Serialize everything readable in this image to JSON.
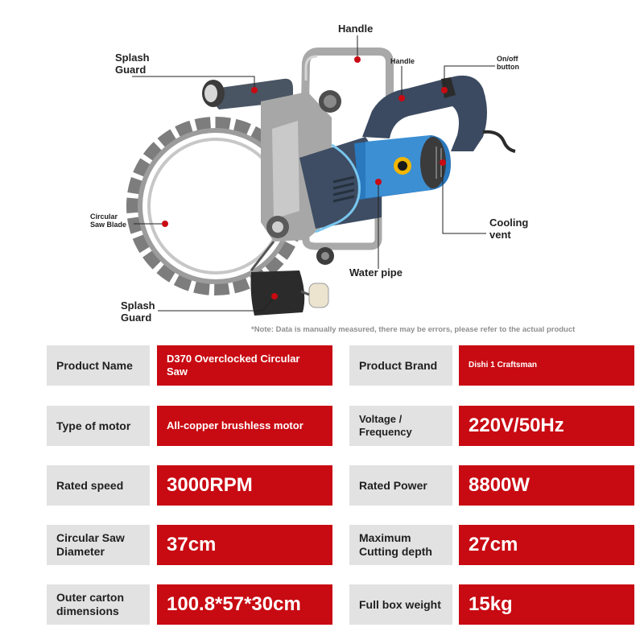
{
  "callouts": {
    "handle_top": "Handle",
    "splash_guard_top": "Splash\nGuard",
    "handle_small": "Handle",
    "on_off_button": "On/off\nbutton",
    "circular_saw_blade": "Circular\nSaw Blade",
    "cooling_vent": "Cooling\nvent",
    "water_pipe": "Water pipe",
    "splash_guard_bottom": "Splash\nGuard"
  },
  "note": "*Note: Data is manually measured, there may be errors, please refer to the actual product",
  "specs": [
    {
      "label": "Product Name",
      "value": "D370 Overclocked Circular Saw"
    },
    {
      "label": "Product Brand",
      "value": "Dishi 1 Craftsman"
    },
    {
      "label": "Type of motor",
      "value": "All-copper brushless motor"
    },
    {
      "label": "Voltage / Frequency",
      "value": "220V/50Hz"
    },
    {
      "label": "Rated speed",
      "value": "3000RPM"
    },
    {
      "label": "Rated Power",
      "value": "8800W"
    },
    {
      "label": "Circular Saw Diameter",
      "value": "37cm"
    },
    {
      "label": "Maximum Cutting depth",
      "value": "27cm"
    },
    {
      "label": "Outer carton dimensions",
      "value": "100.8*57*30cm"
    },
    {
      "label": "Full box weight",
      "value": "15kg"
    }
  ],
  "colors": {
    "accent": "#c80a12",
    "label_bg": "#e2e2e2"
  }
}
